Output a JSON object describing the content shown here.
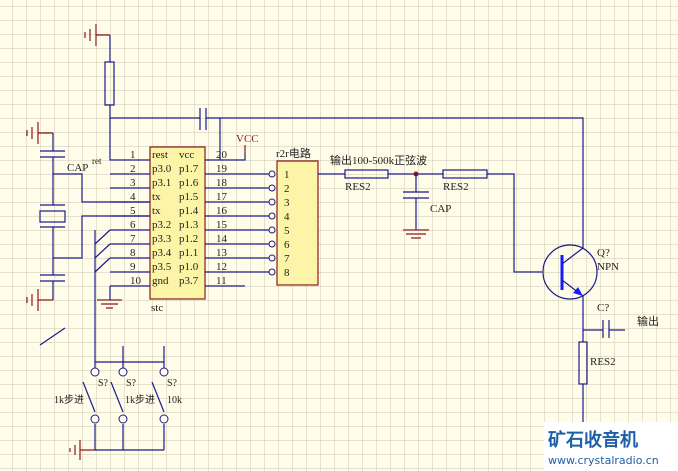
{
  "chip": {
    "name": "stc",
    "left_pins": [
      {
        "num": "1",
        "label": "rest"
      },
      {
        "num": "2",
        "label": "p3.0"
      },
      {
        "num": "3",
        "label": "p3.1"
      },
      {
        "num": "4",
        "label": "tx"
      },
      {
        "num": "5",
        "label": "tx"
      },
      {
        "num": "6",
        "label": "p3.2"
      },
      {
        "num": "7",
        "label": "p3.3"
      },
      {
        "num": "8",
        "label": "p3.4"
      },
      {
        "num": "9",
        "label": "p3.5"
      },
      {
        "num": "10",
        "label": "gnd"
      }
    ],
    "right_pins": [
      {
        "num": "20",
        "label": "vcc"
      },
      {
        "num": "19",
        "label": "p1.7"
      },
      {
        "num": "18",
        "label": "p1.6"
      },
      {
        "num": "17",
        "label": "p1.5"
      },
      {
        "num": "16",
        "label": "p1.4"
      },
      {
        "num": "15",
        "label": "p1.3"
      },
      {
        "num": "14",
        "label": "p1.2"
      },
      {
        "num": "13",
        "label": "p1.1"
      },
      {
        "num": "12",
        "label": "p1.0"
      },
      {
        "num": "11",
        "label": "p3.7"
      }
    ]
  },
  "vcc_label": "VCC",
  "r2r": {
    "title": "r2r电路",
    "pins": [
      "1",
      "2",
      "3",
      "4",
      "5",
      "6",
      "7",
      "8"
    ]
  },
  "labels": {
    "cap_left": "CAP",
    "cap_left_sup": "ret",
    "output_desc": "输出100-500k正弦波",
    "res1": "RES2",
    "res2": "RES2",
    "cap_mid": "CAP",
    "q": "Q?",
    "npn": "NPN",
    "c_out": "C?",
    "output": "输出",
    "res_out": "RES2"
  },
  "switches": [
    {
      "ref": "S?",
      "label": "1k步进"
    },
    {
      "ref": "S?",
      "label": "1k步进"
    },
    {
      "ref": "S?",
      "label": "10k"
    }
  ],
  "watermark": {
    "title": "矿石收音机",
    "url": "www.crystalradio.cn"
  }
}
